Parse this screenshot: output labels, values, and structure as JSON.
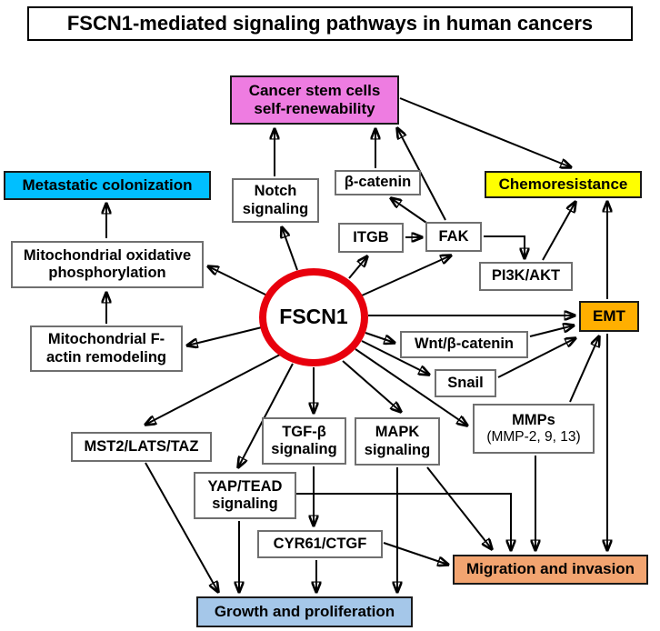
{
  "title": "FSCN1-mediated signaling pathways in human cancers",
  "colors": {
    "cancer_stem_bg": "#ee7ce1",
    "metastatic_bg": "#00bfff",
    "chemoresistance_bg": "#ffff00",
    "emt_bg": "#ffaf00",
    "migration_bg": "#f2a470",
    "growth_bg": "#a5c7e9",
    "fscn1_ring": "#e8000d"
  },
  "nodes": {
    "fscn1": "FSCN1",
    "cancer_stem": "Cancer stem cells\nself-renewability",
    "metastatic": "Metastatic colonization",
    "notch": "Notch\nsignaling",
    "beta_catenin": "β-catenin",
    "itgb": "ITGB",
    "fak": "FAK",
    "chemoresistance": "Chemoresistance",
    "pi3k": "PI3K/AKT",
    "mito_oxphos": "Mitochondrial oxidative\nphosphorylation",
    "emt": "EMT",
    "mito_factin": "Mitochondrial F-\nactin remodeling",
    "wnt": "Wnt/β-catenin",
    "snail": "Snail",
    "mst2": "MST2/LATS/TAZ",
    "tgfb": "TGF-β\nsignaling",
    "mapk": "MAPK\nsignaling",
    "mmps_line1": "MMPs",
    "mmps_line2": "(MMP-2, 9, 13)",
    "yap": "YAP/TEAD\nsignaling",
    "cyr61": "CYR61/CTGF",
    "migration": "Migration and invasion",
    "growth": "Growth and proliferation"
  }
}
